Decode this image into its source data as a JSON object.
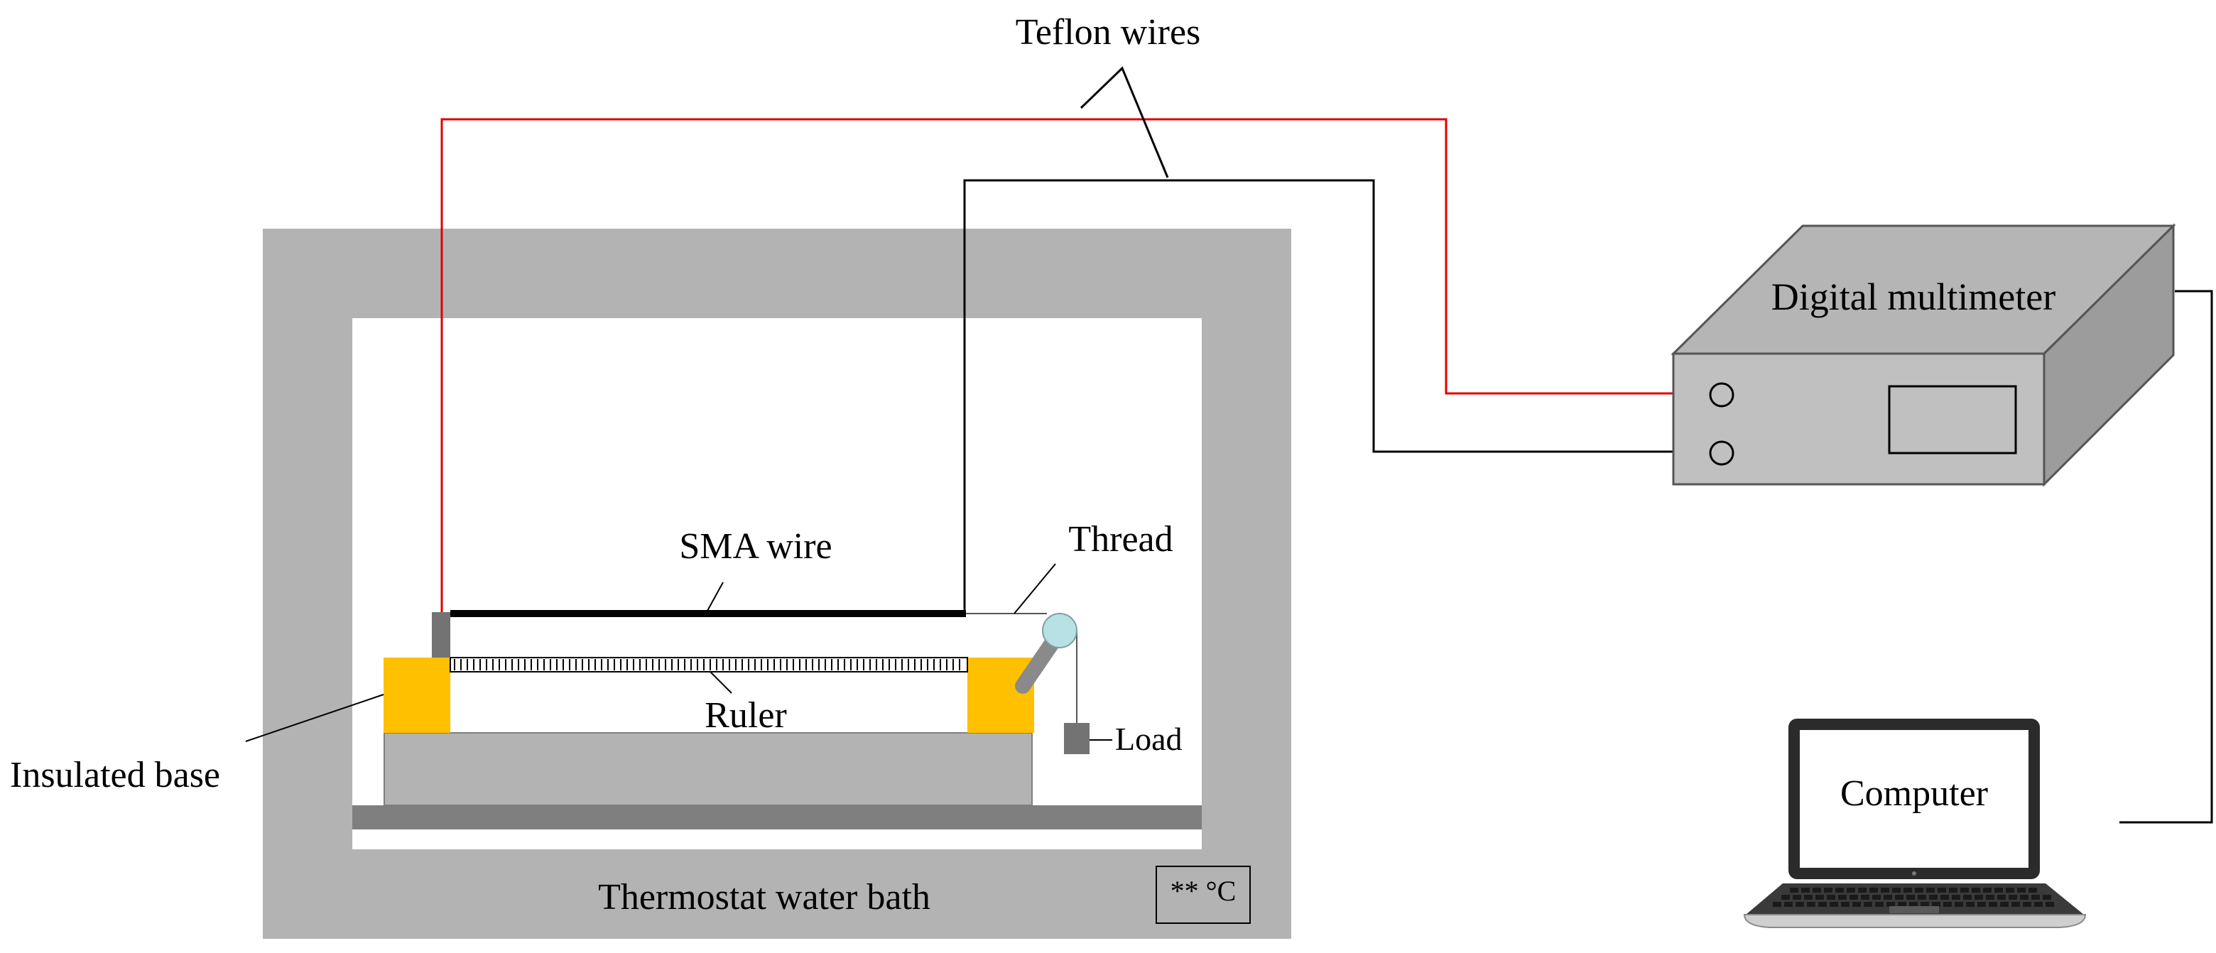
{
  "labels": {
    "teflon_wires": "Teflon wires",
    "sma_wire": "SMA wire",
    "thread": "Thread",
    "ruler": "Ruler",
    "load": "Load",
    "insulated_base": "Insulated base",
    "water_bath": "Thermostat water bath",
    "temperature": "** °C",
    "multimeter": "Digital multimeter",
    "computer": "Computer"
  },
  "colors": {
    "bath_gray": "#b3b3b3",
    "block_gray": "#b3b3b3",
    "rail_gray": "#7f7f7f",
    "post_gray": "#737373",
    "insulator_yellow": "#ffc000",
    "pulley": "#b7e1e4",
    "red_wire": "#e00000",
    "black_wire": "#000000",
    "mm_front": "#c0c0c0",
    "mm_top": "#b5b5b5",
    "mm_side": "#9c9c9c",
    "laptop_body": "#2b2b2b"
  }
}
